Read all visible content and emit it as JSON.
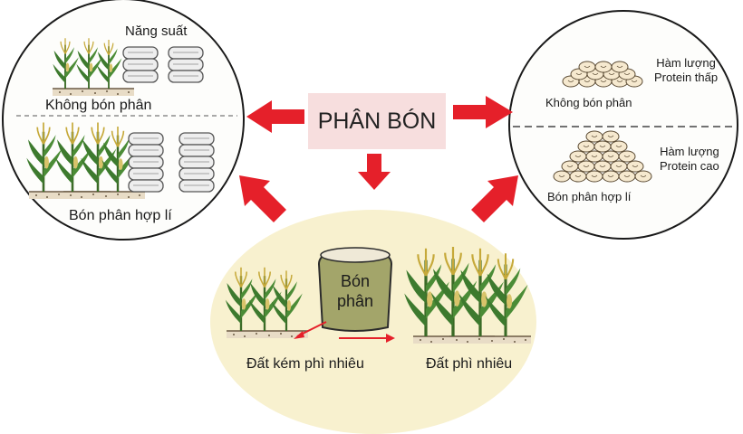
{
  "center": {
    "title": "PHÂN BÓN"
  },
  "left_circle": {
    "yield_label": "Năng suất",
    "no_fertilizer_label": "Không bón phân",
    "fertilizer_label": "Bón phân hợp lí"
  },
  "right_circle": {
    "top_content_label": "Hàm lượng\nProtein thấp",
    "top_label": "Không bón phân",
    "bottom_content_label": "Hàm lượng\nProtein cao",
    "bottom_label": "Bón phân hợp lí"
  },
  "bottom_circle": {
    "bag_label": "Bón\nphân",
    "poor_soil_label": "Đất kém phì nhiêu",
    "rich_soil_label": "Đất phì nhiêu"
  },
  "colors": {
    "arrow": "#e5202a",
    "center_box": "#f7dede",
    "bottom_fill": "#f8f1cf",
    "bag": "#a3a56a",
    "leaf": "#3d7a2e"
  }
}
